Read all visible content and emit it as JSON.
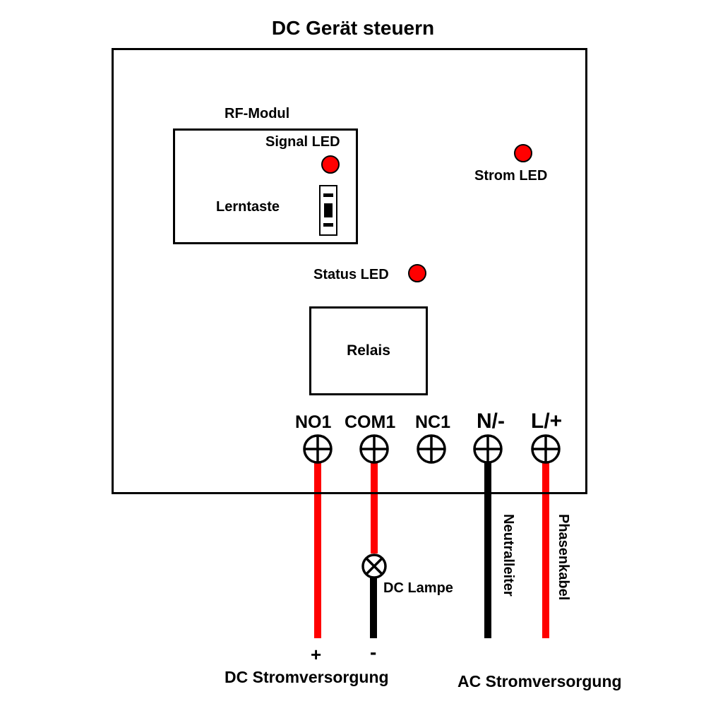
{
  "title": "DC Gerät steuern",
  "device": {
    "rf_module": {
      "label": "RF-Modul",
      "signal_led_label": "Signal LED",
      "learn_button_label": "Lerntaste"
    },
    "power_led_label": "Strom LED",
    "status_led_label": "Status LED",
    "relay_label": "Relais",
    "terminals": [
      {
        "label": "NO1"
      },
      {
        "label": "COM1"
      },
      {
        "label": "NC1"
      },
      {
        "label": "N/-"
      },
      {
        "label": "L/+"
      }
    ]
  },
  "wiring": {
    "lamp_label": "DC Lampe",
    "neutral_label": "Neutralleiter",
    "phase_label": "Phasenkabel",
    "dc_plus": "+",
    "dc_minus": "-",
    "dc_supply_label": "DC Stromversorgung",
    "ac_supply_label": "AC Stromversorgung"
  },
  "colors": {
    "led": "#ff0000",
    "wire_red": "#ff0000",
    "wire_black": "#000000"
  }
}
